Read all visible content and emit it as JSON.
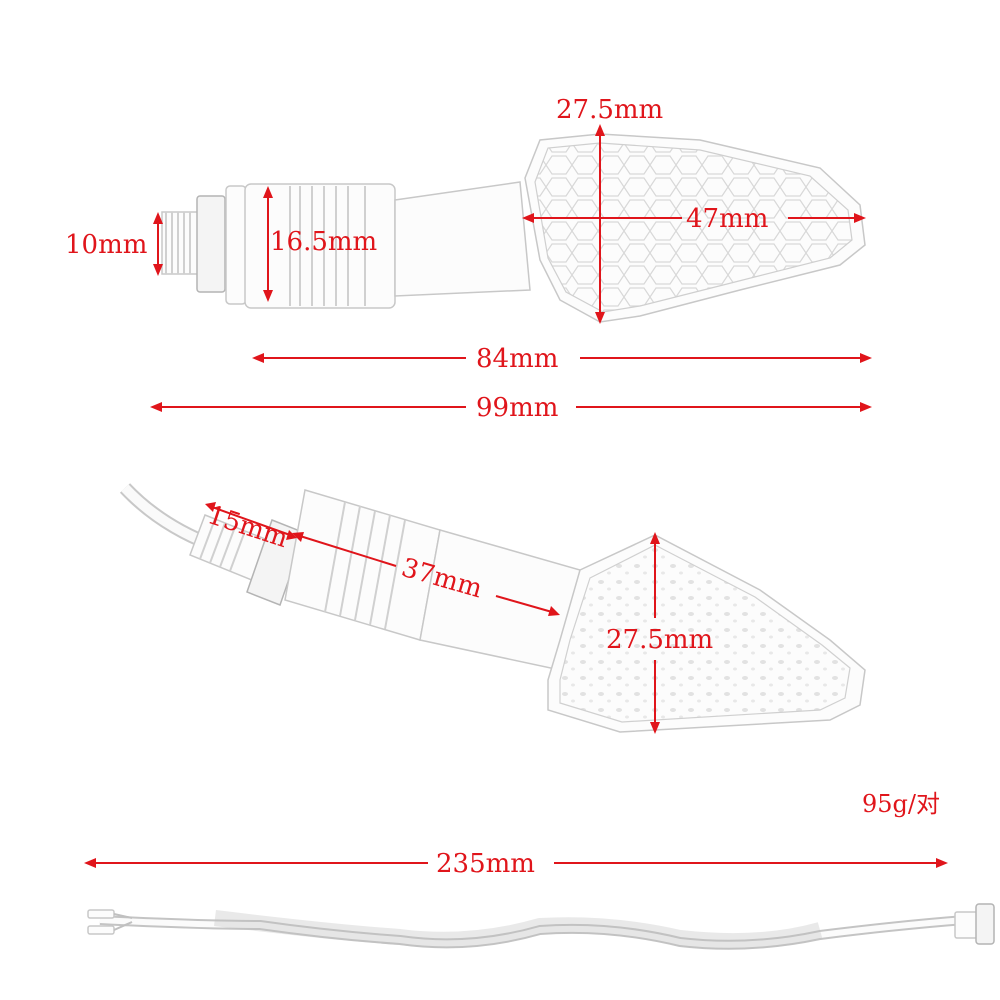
{
  "colors": {
    "dimension": "#e0151b",
    "outline": "#c8c8c8",
    "background": "#ffffff"
  },
  "top_view": {
    "diameter_lens": "27.5mm",
    "lens_length": "47mm",
    "thread_diameter": "10mm",
    "body_diameter": "16.5mm",
    "body_length": "84mm",
    "total_length": "99mm"
  },
  "side_view": {
    "thread_length": "15mm",
    "stem_length": "37mm",
    "lens_height": "27.5mm"
  },
  "weight": "95g/对",
  "cable_length": "235mm"
}
